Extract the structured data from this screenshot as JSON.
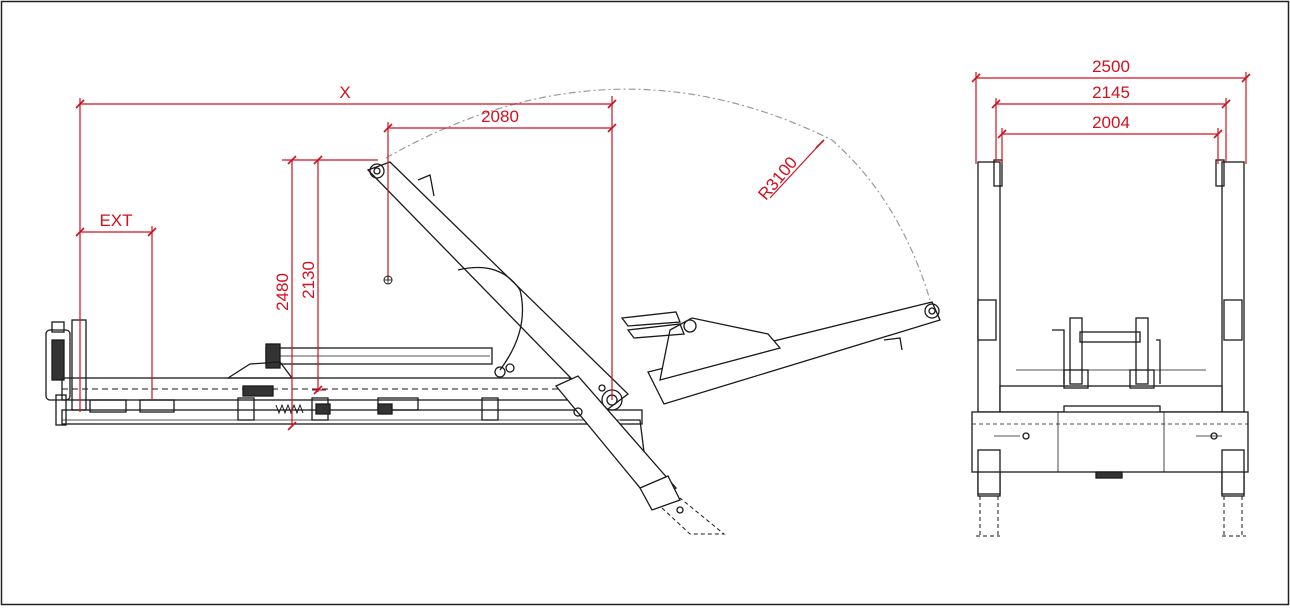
{
  "dimensions": {
    "x_length": "X",
    "ext": "EXT",
    "arm_reach": "2080",
    "height_total": "2480",
    "height_pivot": "2130",
    "radius": "R3100",
    "width_overall": "2500",
    "width_mid": "2145",
    "width_inner": "2004"
  },
  "colors": {
    "dimension_line": "#d2101e",
    "drawing_line": "#1a1a1a",
    "arc": "#9a9a9a",
    "frame_border": "#222222"
  }
}
